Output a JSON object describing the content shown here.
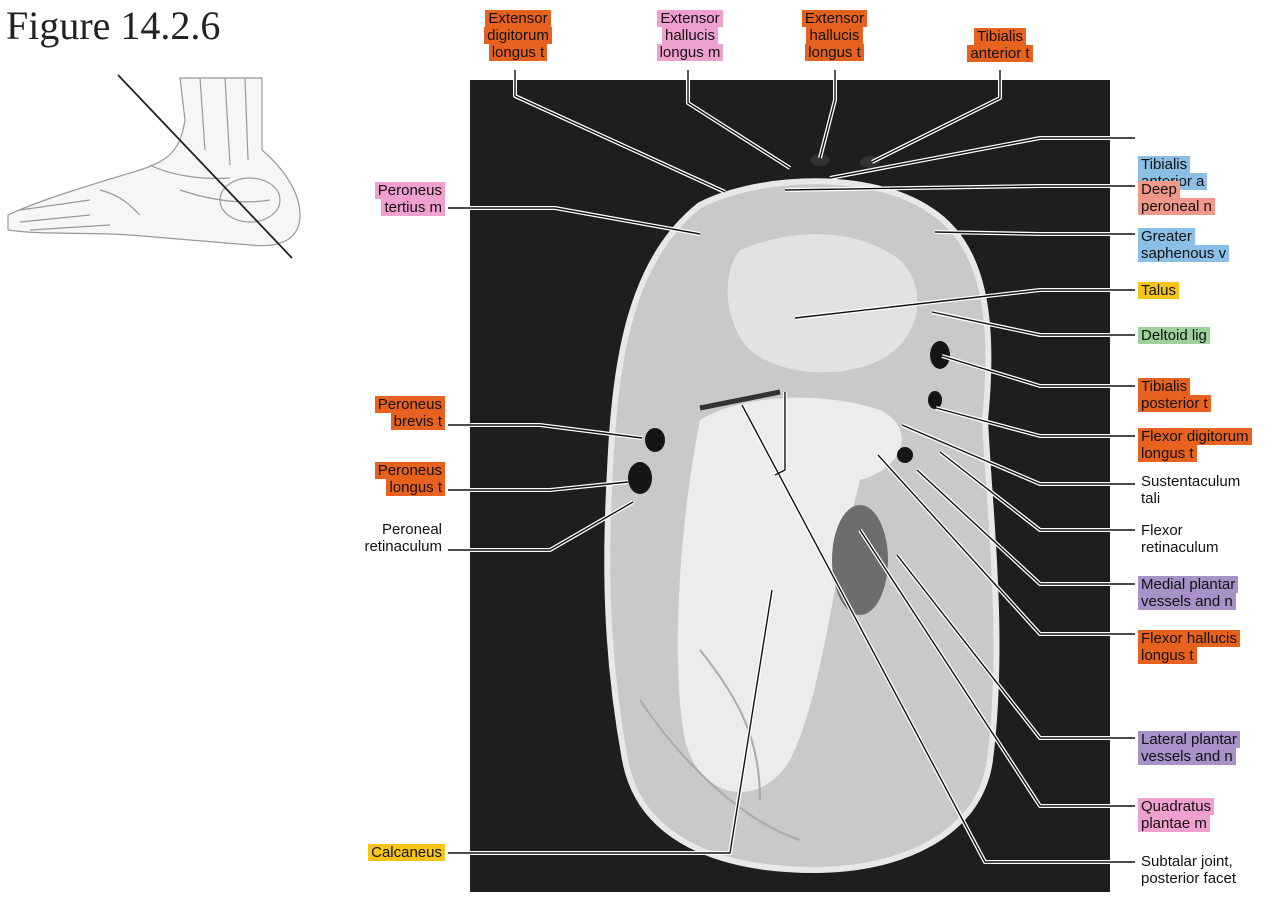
{
  "figure_title": "Figure 14.2.6",
  "labels": [
    {
      "id": "edl",
      "lines": [
        "Extensor",
        "digitorum",
        "longus t"
      ],
      "color": "orange"
    },
    {
      "id": "ehlm",
      "lines": [
        "Extensor",
        "hallucis",
        "longus m"
      ],
      "color": "pink"
    },
    {
      "id": "ehlt",
      "lines": [
        "Extensor",
        "hallucis",
        "longus t"
      ],
      "color": "orange"
    },
    {
      "id": "tat",
      "lines": [
        "Tibialis",
        "anterior t"
      ],
      "color": "orange"
    },
    {
      "id": "taa",
      "lines": [
        "Tibialis",
        "anterior a"
      ],
      "color": "blue"
    },
    {
      "id": "dpn",
      "lines": [
        "Deep",
        "peroneal n"
      ],
      "color": "salmon"
    },
    {
      "id": "gsv",
      "lines": [
        "Greater",
        "saphenous v"
      ],
      "color": "blue"
    },
    {
      "id": "talus",
      "lines": [
        "Talus"
      ],
      "color": "yellow"
    },
    {
      "id": "deltoid",
      "lines": [
        "Deltoid lig"
      ],
      "color": "green"
    },
    {
      "id": "tpt",
      "lines": [
        "Tibialis",
        "posterior t"
      ],
      "color": "orange"
    },
    {
      "id": "fdl",
      "lines": [
        "Flexor digitorum",
        "longus t"
      ],
      "color": "orange"
    },
    {
      "id": "sust",
      "lines": [
        "Sustentaculum",
        "tali"
      ],
      "color": "none"
    },
    {
      "id": "fret",
      "lines": [
        "Flexor",
        "retinaculum"
      ],
      "color": "none"
    },
    {
      "id": "mpv",
      "lines": [
        "Medial plantar",
        "vessels and n"
      ],
      "color": "purple"
    },
    {
      "id": "fhl",
      "lines": [
        "Flexor hallucis",
        "longus t"
      ],
      "color": "orange"
    },
    {
      "id": "lpv",
      "lines": [
        "Lateral plantar",
        "vessels and n"
      ],
      "color": "purple"
    },
    {
      "id": "qp",
      "lines": [
        "Quadratus",
        "plantae m"
      ],
      "color": "pink"
    },
    {
      "id": "stj",
      "lines": [
        "Subtalar joint,",
        "posterior facet"
      ],
      "color": "none"
    },
    {
      "id": "ptm",
      "lines": [
        "Peroneus",
        "tertius m"
      ],
      "color": "pink"
    },
    {
      "id": "pbt",
      "lines": [
        "Peroneus",
        "brevis t"
      ],
      "color": "orange"
    },
    {
      "id": "plt",
      "lines": [
        "Peroneus",
        "longus t"
      ],
      "color": "orange"
    },
    {
      "id": "pret",
      "lines": [
        "Peroneal",
        "retinaculum"
      ],
      "color": "none"
    },
    {
      "id": "calc",
      "lines": [
        "Calcaneus"
      ],
      "color": "yellow"
    }
  ]
}
